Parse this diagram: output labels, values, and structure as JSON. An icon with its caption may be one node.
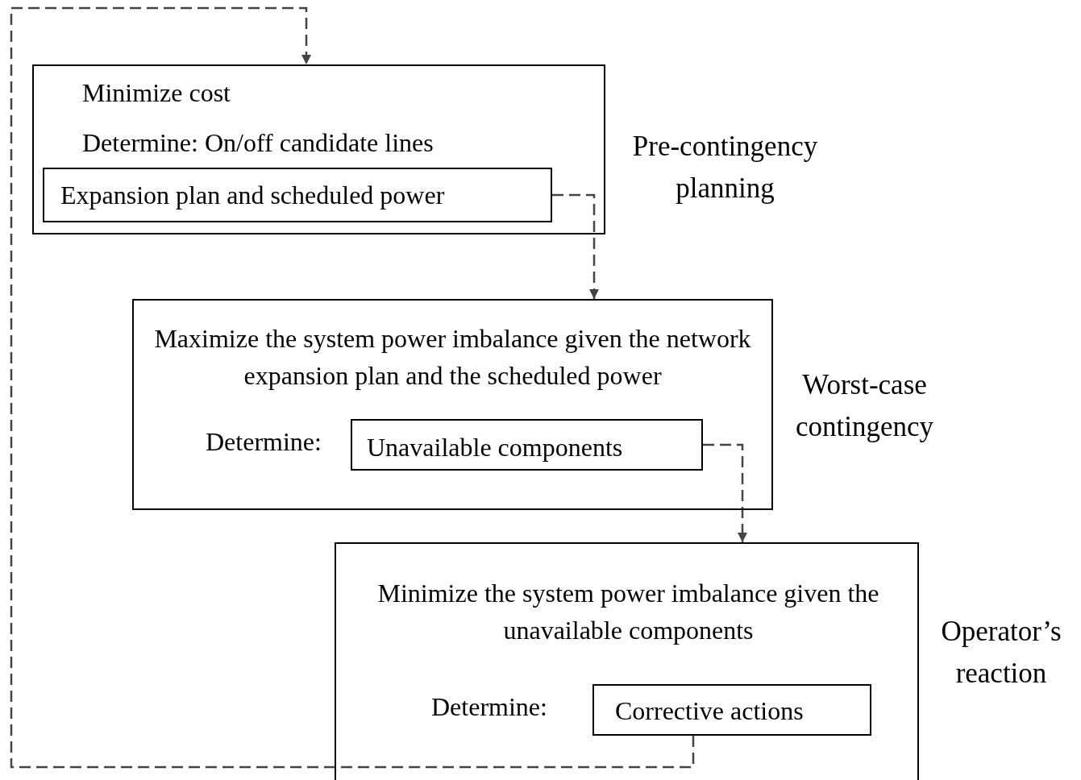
{
  "diagram": {
    "nodes": [
      {
        "text": [
          "Minimize cost",
          "Determine: On/off candidate lines"
        ],
        "beside": [
          "Pre-contingency planning"
        ]
      },
      {
        "text": [
          "Expansion plan and scheduled power"
        ],
        "in": 0
      },
      {
        "text": [
          "Maximize the system power imbalance given the network expansion plan and the scheduled power",
          "Determine:"
        ],
        "beside": [
          "Worst-case contingency"
        ]
      },
      {
        "text": [
          "Unavailable components"
        ],
        "in": 2
      },
      {
        "text": [
          "Minimize the system power imbalance given the unavailable components",
          "Determine:"
        ],
        "beside": [
          "Operator’s reaction"
        ]
      },
      {
        "text": [
          "Corrective actions"
        ],
        "in": 4
      }
    ],
    "edges": [
      {
        "from": 1,
        "to": 2,
        "arrow": "to",
        "style": "dashed"
      },
      {
        "from": 3,
        "to": 4,
        "arrow": "to",
        "style": "dashed"
      },
      {
        "from": 5,
        "to": 0,
        "arrow": "to",
        "style": "dashed"
      }
    ]
  }
}
